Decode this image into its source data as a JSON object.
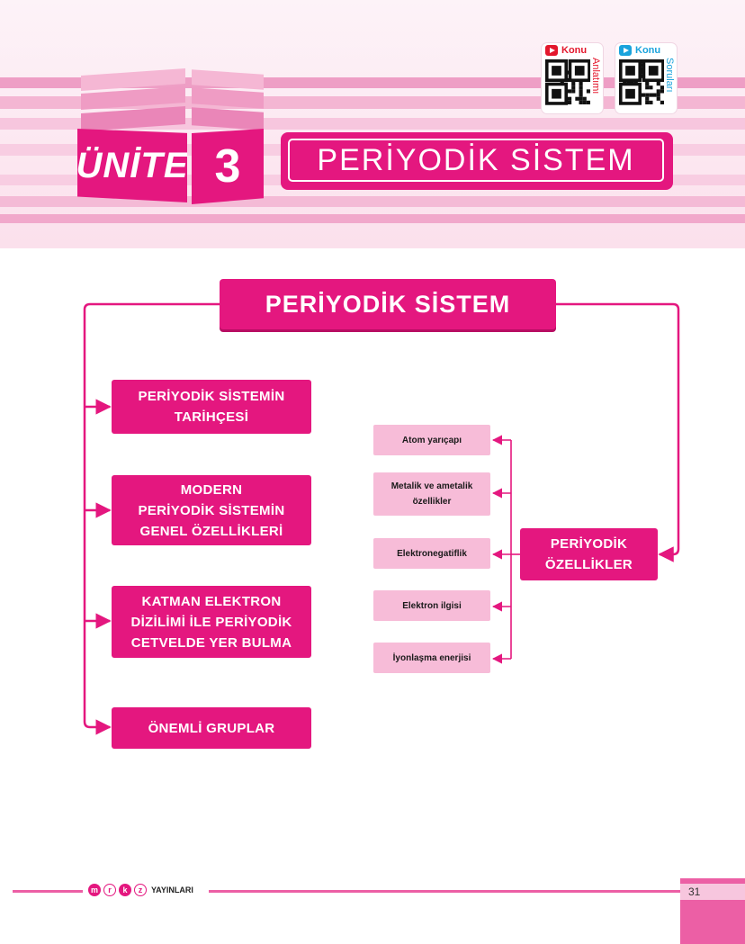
{
  "unit": {
    "label": "ÜNİTE",
    "number": "3",
    "title": "PERİYODİK SİSTEM"
  },
  "qr_codes": [
    {
      "label": "Konu",
      "side_label": "Anlatımı",
      "color": "#e3172c"
    },
    {
      "label": "Konu",
      "side_label": "Soruları",
      "color": "#1aa3dc"
    }
  ],
  "concept_map": {
    "title": "PERİYODİK SİSTEM",
    "left_items": [
      {
        "lines": [
          "PERİYODİK SİSTEMİN",
          "TARİHÇESİ"
        ]
      },
      {
        "lines": [
          "MODERN",
          "PERİYODİK SİSTEMİN",
          "GENEL ÖZELLİKLERİ"
        ]
      },
      {
        "lines": [
          "KATMAN ELEKTRON",
          "DİZİLİMİ İLE PERİYODİK",
          "CETVELDE YER BULMA"
        ]
      },
      {
        "lines": [
          "ÖNEMLİ GRUPLAR"
        ]
      }
    ],
    "right_box": {
      "lines": [
        "PERİYODİK",
        "ÖZELLİKLER"
      ]
    },
    "properties": [
      {
        "lines": [
          "Atom yarıçapı"
        ]
      },
      {
        "lines": [
          "Metalik ve ametalik",
          "özellikler"
        ]
      },
      {
        "lines": [
          "Elektronegatiflik"
        ]
      },
      {
        "lines": [
          "Elektron ilgisi"
        ]
      },
      {
        "lines": [
          "İyonlaşma enerjisi"
        ]
      }
    ]
  },
  "footer": {
    "brand_letters": [
      "m",
      "r",
      "k",
      "z"
    ],
    "brand_text": "YAYINLARI",
    "page_number": "31"
  },
  "colors": {
    "accent": "#e4177f",
    "light": "#f7bcd8",
    "stripe": "#f4b6d3"
  }
}
